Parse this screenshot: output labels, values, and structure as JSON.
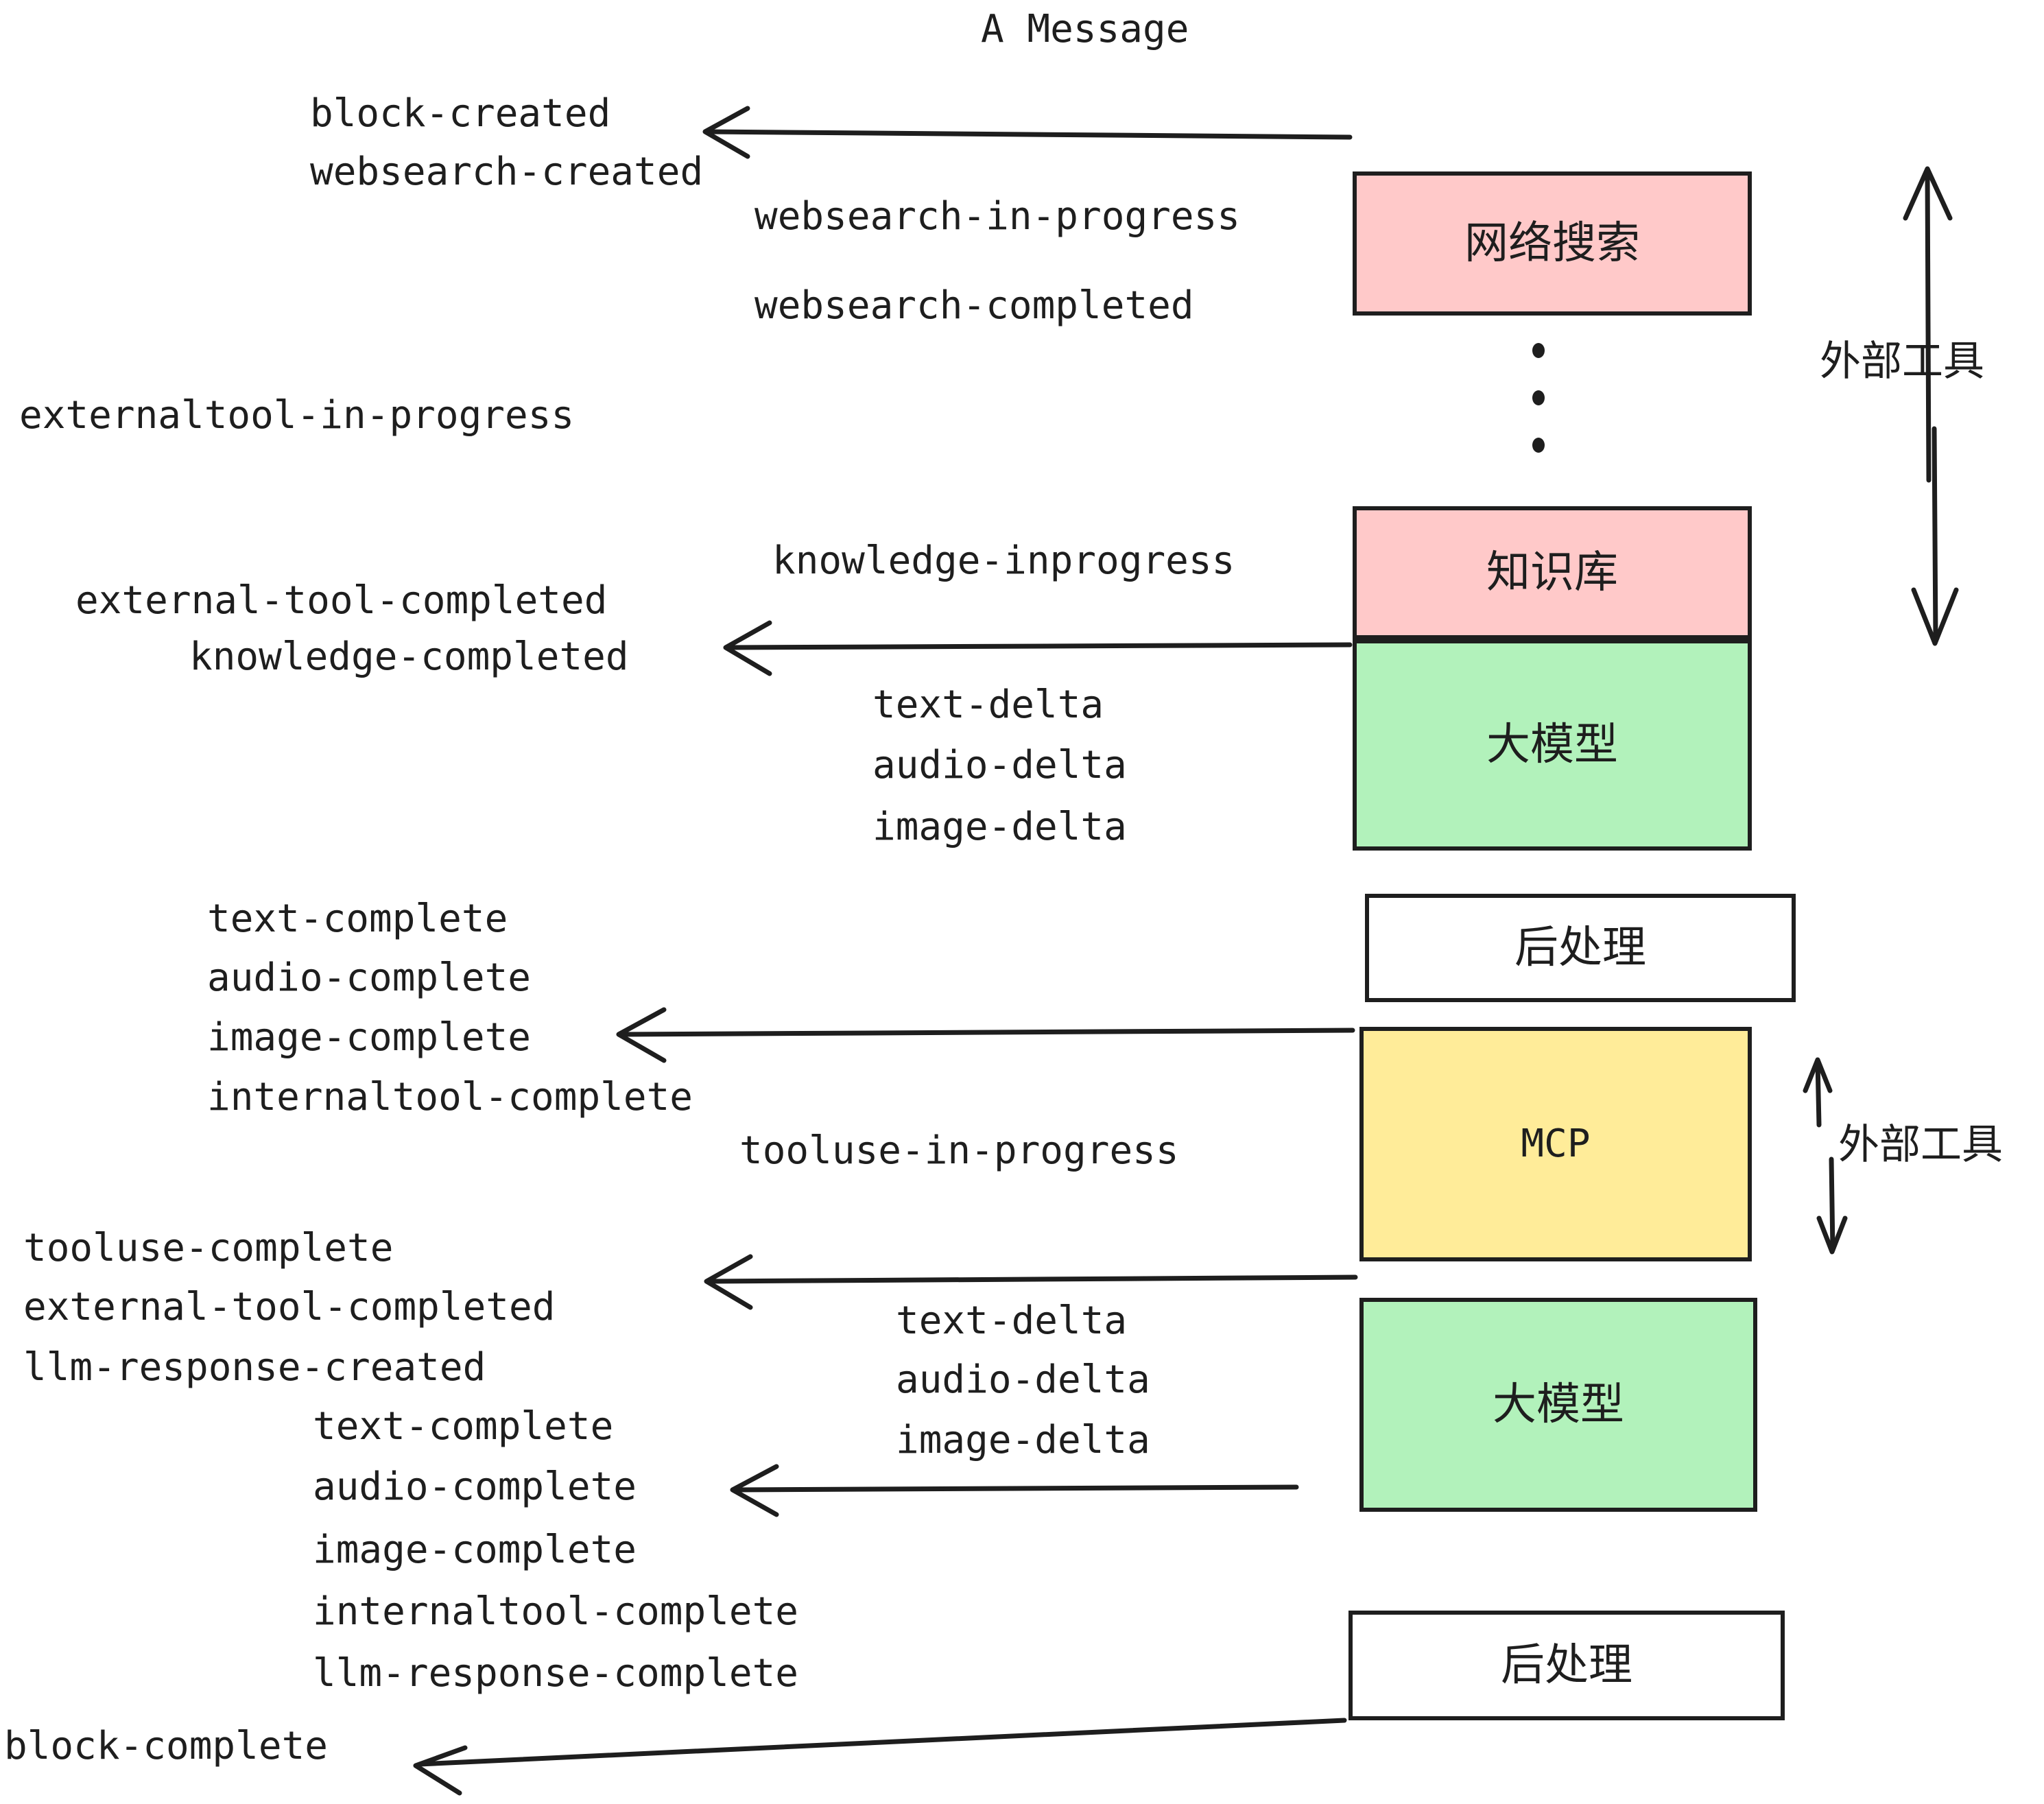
{
  "title": "A Message",
  "colors": {
    "stroke": "#1e1e1e",
    "pink": "#ffc9c9",
    "green": "#b2f2bb",
    "yellow": "#ffec99",
    "white": "#ffffff",
    "background": "#ffffff"
  },
  "boxes": {
    "websearch": "网络搜索",
    "knowledge": "知识库",
    "llm_1": "大模型",
    "postprocess_1": "后处理",
    "mcp": "MCP",
    "llm_2": "大模型",
    "postprocess_2": "后处理"
  },
  "side_labels": {
    "external_tool_top": "外部工具",
    "external_tool_bottom": "外部工具"
  },
  "events": {
    "block_created": "block-created",
    "websearch_created": "websearch-created",
    "websearch_in_progress": "websearch-in-progress",
    "websearch_completed": "websearch-completed",
    "externaltool_in_progress": "externaltool-in-progress",
    "knowledge_inprogress": "knowledge-inprogress",
    "external_tool_completed_1": "external-tool-completed",
    "knowledge_completed": "knowledge-completed",
    "text_delta_1": "text-delta",
    "audio_delta_1": "audio-delta",
    "image_delta_1": "image-delta",
    "text_complete_1": "text-complete",
    "audio_complete_1": "audio-complete",
    "image_complete_1": "image-complete",
    "internaltool_complete_1": "internaltool-complete",
    "tooluse_in_progress": "tooluse-in-progress",
    "tooluse_complete": "tooluse-complete",
    "external_tool_completed_2": "external-tool-completed",
    "llm_response_created": "llm-response-created",
    "text_delta_2": "text-delta",
    "audio_delta_2": "audio-delta",
    "image_delta_2": "image-delta",
    "text_complete_2": "text-complete",
    "audio_complete_2": "audio-complete",
    "image_complete_2": "image-complete",
    "internaltool_complete_2": "internaltool-complete",
    "llm_response_complete": "llm-response-complete",
    "block_complete": "block-complete"
  }
}
